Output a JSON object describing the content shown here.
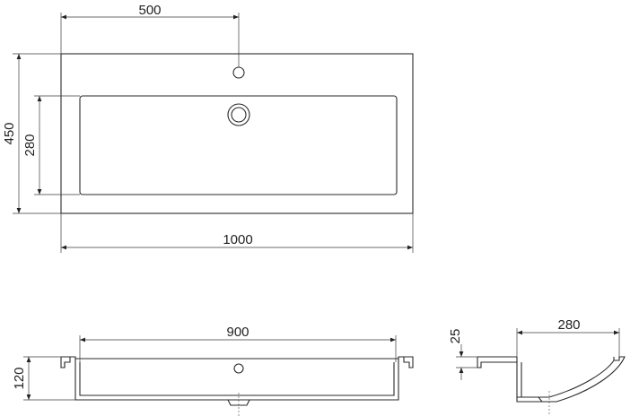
{
  "dimensions": {
    "hole_offset": "500",
    "overall_depth": "450",
    "bowl_depth": "280",
    "overall_width": "1000",
    "bowl_width": "900",
    "height": "120",
    "rim_thickness": "25",
    "side_bowl_depth": "280"
  }
}
